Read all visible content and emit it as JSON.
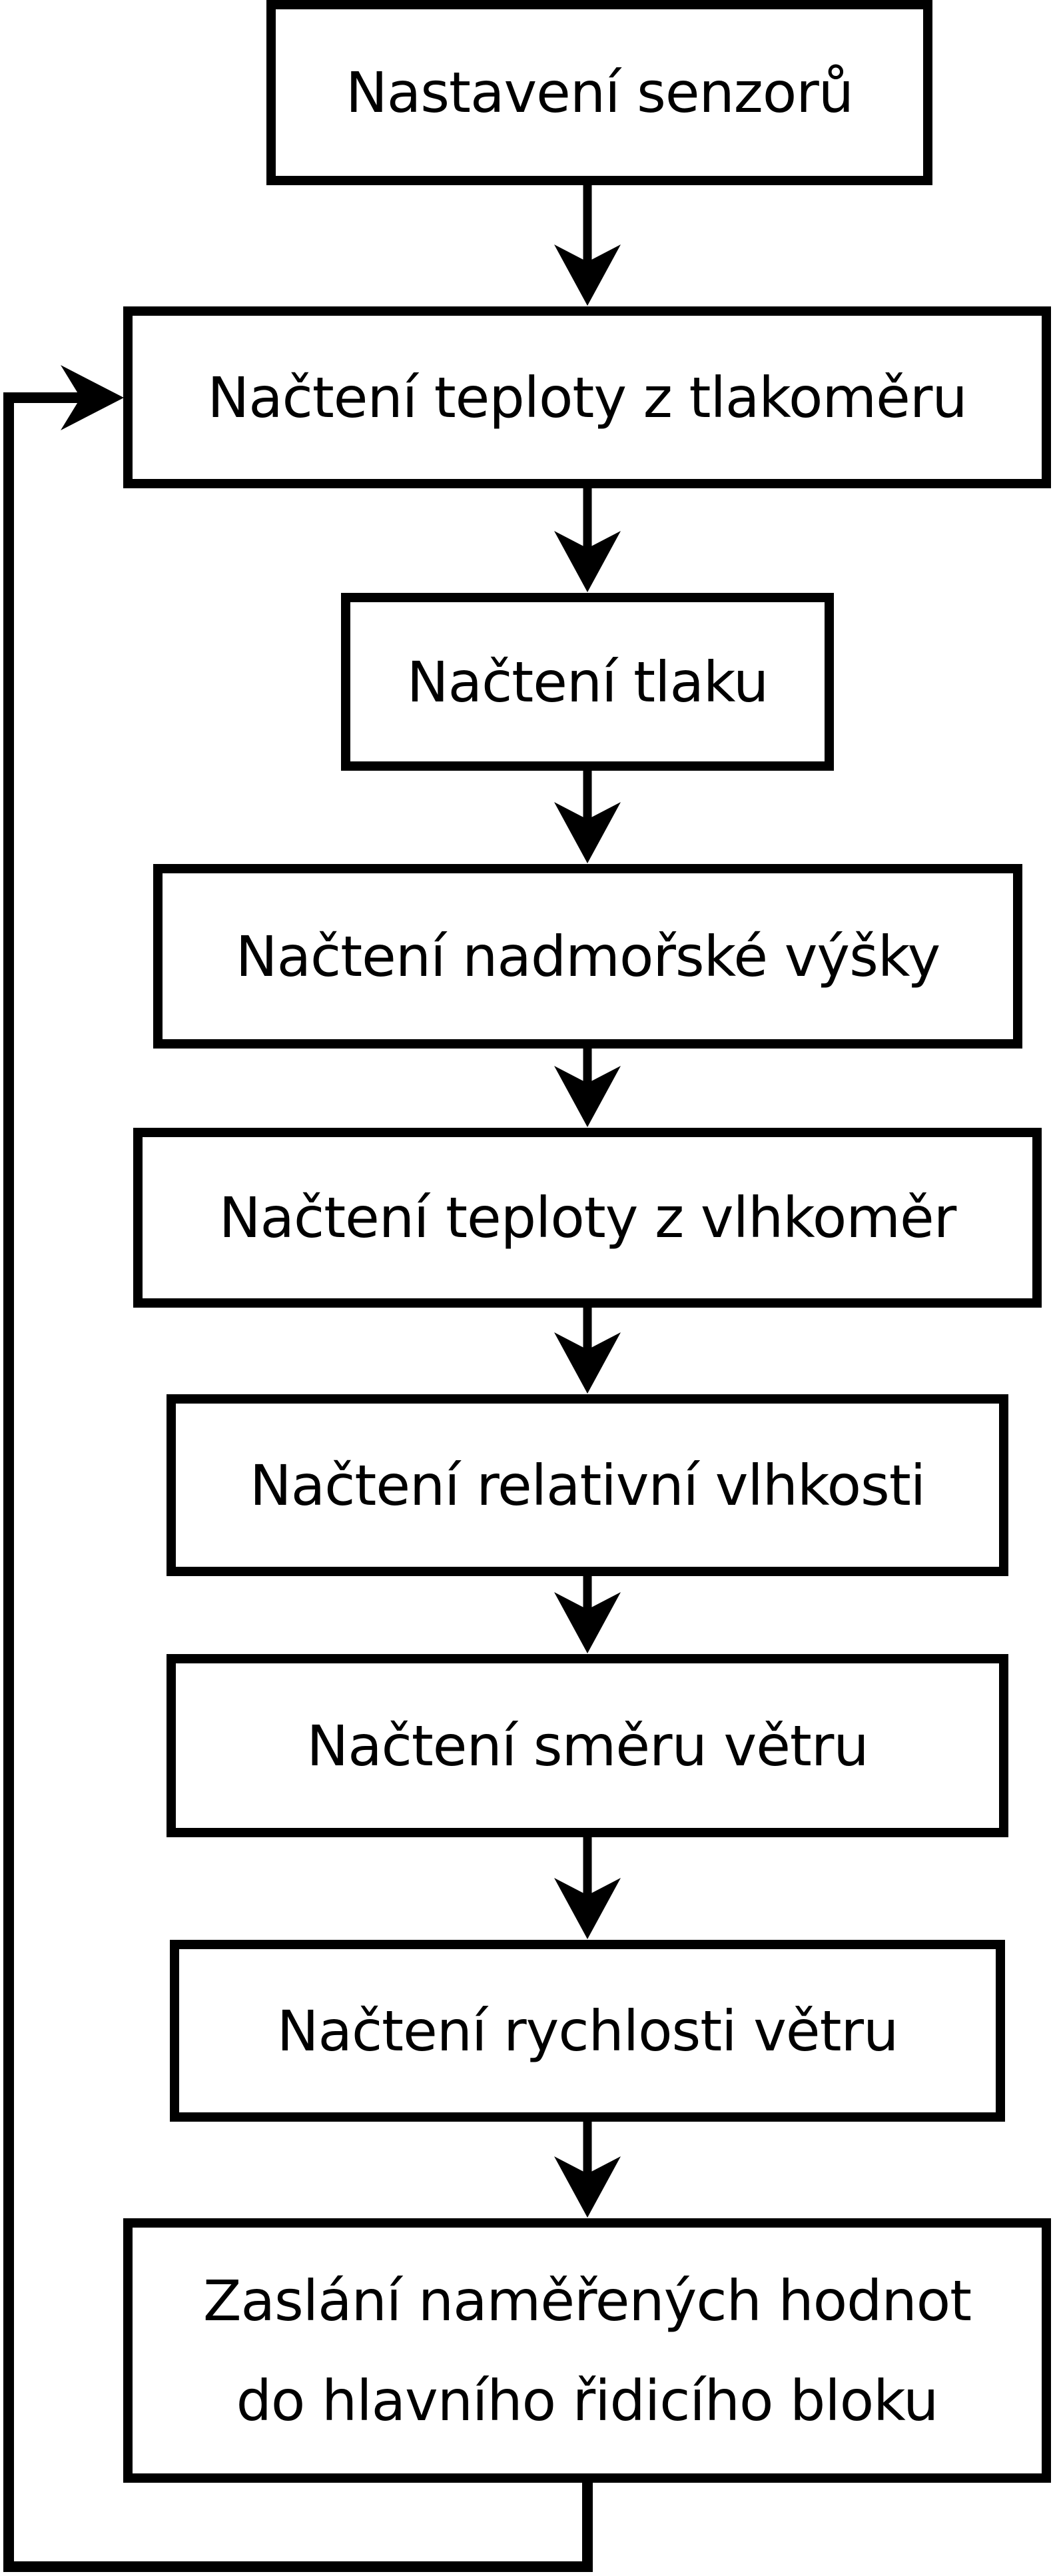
{
  "diagram": {
    "type": "flowchart",
    "language": "cs",
    "colors": {
      "background": "#ffffff",
      "box_fill": "#ffffff",
      "stroke": "#000000",
      "text": "#000000"
    },
    "nodes": [
      {
        "id": "setup-sensors",
        "label": "Nastavení senzorů"
      },
      {
        "id": "read-temp-barometer",
        "label": "Načtení teploty z tlakoměru"
      },
      {
        "id": "read-pressure",
        "label": "Načtení tlaku"
      },
      {
        "id": "read-altitude",
        "label": "Načtení nadmořské výšky"
      },
      {
        "id": "read-temp-hygrometer",
        "label": "Načtení teploty z vlhkoměr"
      },
      {
        "id": "read-rel-humidity",
        "label": "Načtení relativní vlhkosti"
      },
      {
        "id": "read-wind-direction",
        "label": "Načtení směru větru"
      },
      {
        "id": "read-wind-speed",
        "label": "Načtení rychlosti větru"
      },
      {
        "id": "send-values",
        "label": "Zaslání naměřených hodnot\ndo hlavního řidicího bloku"
      }
    ],
    "edges": [
      {
        "from": "setup-sensors",
        "to": "read-temp-barometer",
        "type": "straight-down"
      },
      {
        "from": "read-temp-barometer",
        "to": "read-pressure",
        "type": "straight-down"
      },
      {
        "from": "read-pressure",
        "to": "read-altitude",
        "type": "straight-down"
      },
      {
        "from": "read-altitude",
        "to": "read-temp-hygrometer",
        "type": "straight-down"
      },
      {
        "from": "read-temp-hygrometer",
        "to": "read-rel-humidity",
        "type": "straight-down"
      },
      {
        "from": "read-rel-humidity",
        "to": "read-wind-direction",
        "type": "straight-down"
      },
      {
        "from": "read-wind-direction",
        "to": "read-wind-speed",
        "type": "straight-down"
      },
      {
        "from": "read-wind-speed",
        "to": "send-values",
        "type": "straight-down"
      },
      {
        "from": "send-values",
        "to": "read-temp-barometer",
        "type": "loop-back-left"
      }
    ]
  }
}
